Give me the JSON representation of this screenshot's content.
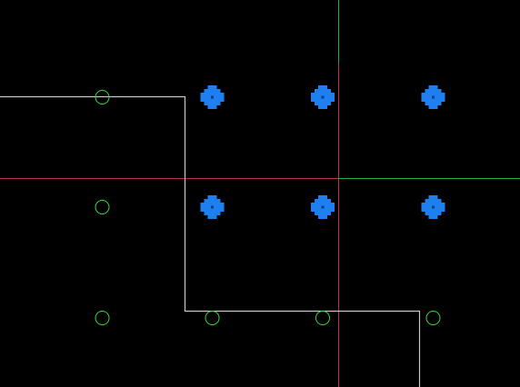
{
  "colors": {
    "background": "#000000",
    "axis_x": "#b0305a",
    "axis_y_lower": "#b0305a",
    "axis_y_upper": "#2aa84a",
    "axis_x_right": "#2aa84a",
    "polyline": "#c8c8c8",
    "ring": "#33dd33",
    "cross": "#1e7ff0"
  },
  "grid": {
    "rows": 3,
    "cols": 4
  },
  "markers": [
    {
      "row": 0,
      "col": 0,
      "kind": "ring"
    },
    {
      "row": 0,
      "col": 1,
      "kind": "cross"
    },
    {
      "row": 0,
      "col": 2,
      "kind": "cross"
    },
    {
      "row": 0,
      "col": 3,
      "kind": "cross"
    },
    {
      "row": 1,
      "col": 0,
      "kind": "ring"
    },
    {
      "row": 1,
      "col": 1,
      "kind": "cross"
    },
    {
      "row": 1,
      "col": 2,
      "kind": "cross"
    },
    {
      "row": 1,
      "col": 3,
      "kind": "cross"
    },
    {
      "row": 2,
      "col": 0,
      "kind": "ring"
    },
    {
      "row": 2,
      "col": 1,
      "kind": "ring"
    },
    {
      "row": 2,
      "col": 2,
      "kind": "ring"
    },
    {
      "row": 2,
      "col": 3,
      "kind": "ring"
    }
  ]
}
